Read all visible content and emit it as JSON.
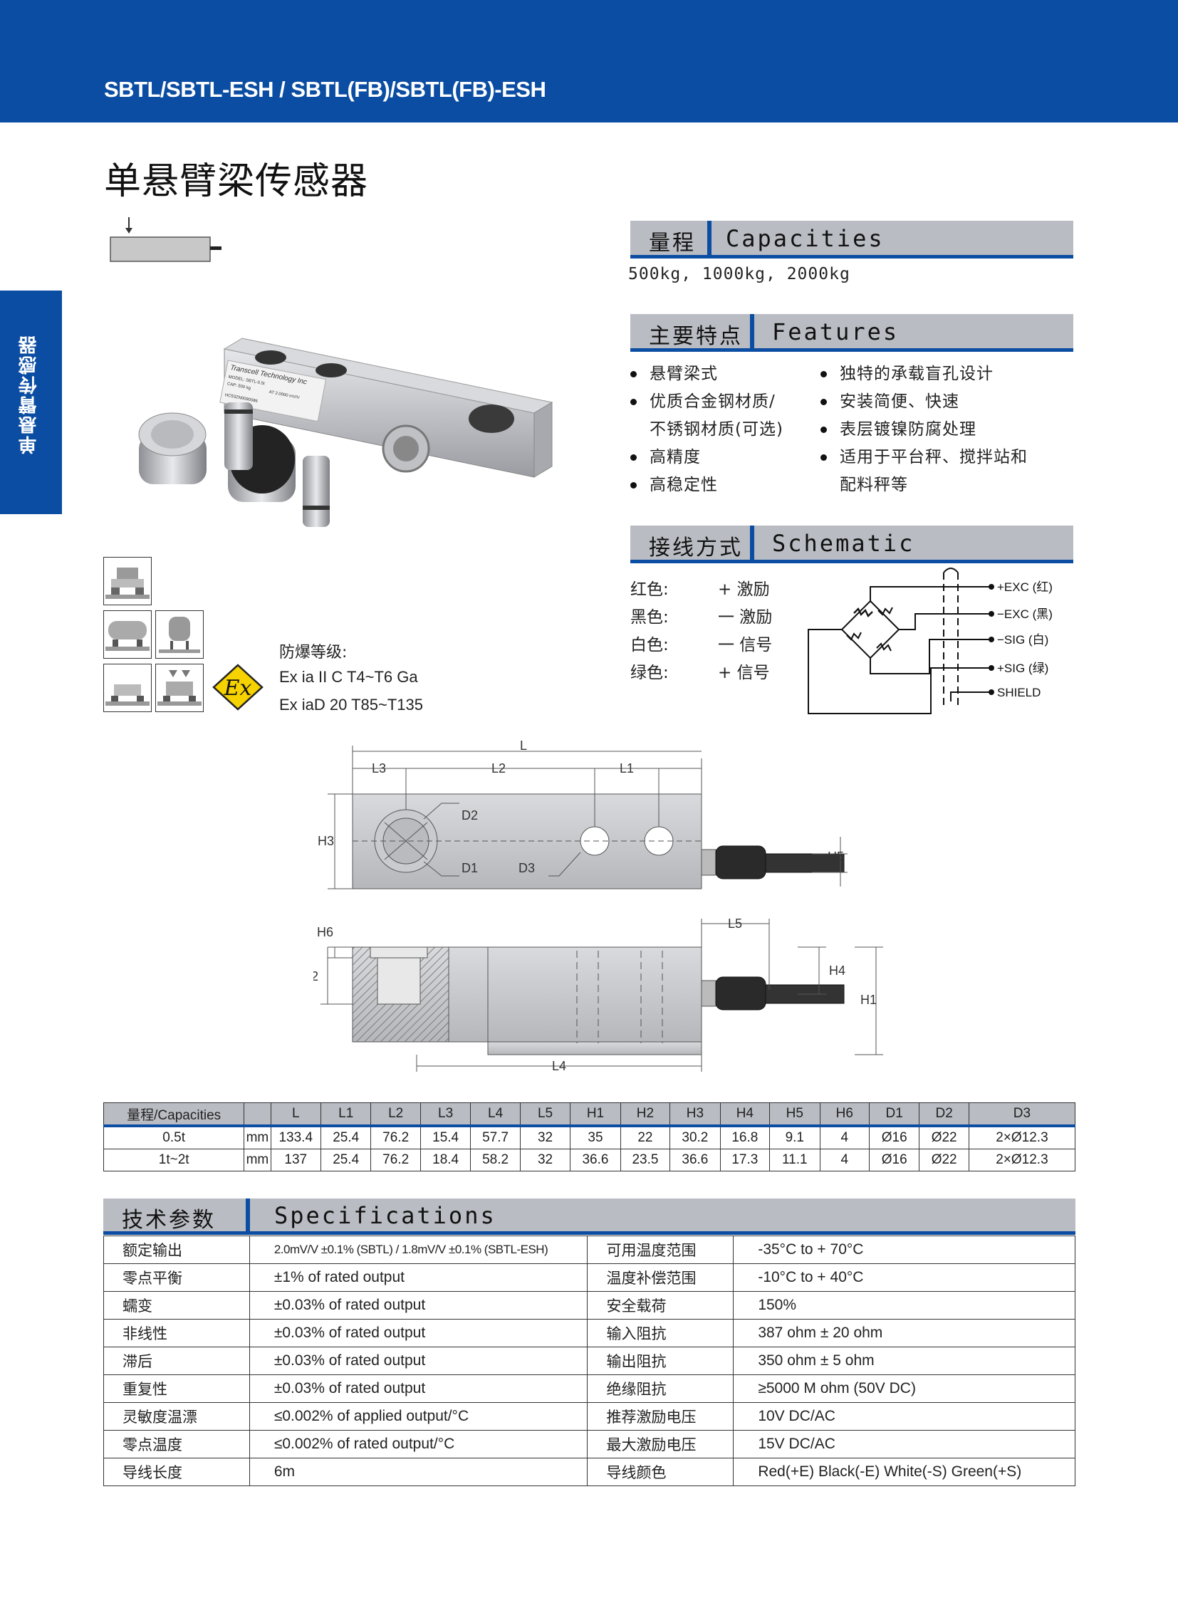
{
  "banner": {
    "title": "SBTL/SBTL-ESH / SBTL(FB)/SBTL(FB)-ESH"
  },
  "side_tab": {
    "label": "单悬臂传感器"
  },
  "page_title": "单悬臂梁传感器",
  "capacities": {
    "cn": "量程",
    "en": "Capacities",
    "values": "500kg, 1000kg, 2000kg"
  },
  "features": {
    "cn": "主要特点",
    "en": "Features",
    "left": [
      {
        "text": "悬臂梁式",
        "bullet": true
      },
      {
        "text": "优质合金钢材质/",
        "bullet": true
      },
      {
        "text": "不锈钢材质(可选)",
        "bullet": false
      },
      {
        "text": "高精度",
        "bullet": true
      },
      {
        "text": "高稳定性",
        "bullet": true
      }
    ],
    "right": [
      {
        "text": "独特的承载盲孔设计",
        "bullet": true
      },
      {
        "text": "安装简便、快速",
        "bullet": true
      },
      {
        "text": "表层镀镍防腐处理",
        "bullet": true
      },
      {
        "text": "适用于平台秤、搅拌站和",
        "bullet": true
      },
      {
        "text": "配料秤等",
        "bullet": false
      }
    ]
  },
  "schematic": {
    "cn": "接线方式",
    "en": "Schematic",
    "wires": [
      {
        "color": "红色:",
        "signal": "+ 激励"
      },
      {
        "color": "黑色:",
        "signal": "一 激励"
      },
      {
        "color": "白色:",
        "signal": "一 信号"
      },
      {
        "color": "绿色:",
        "signal": "+ 信号"
      }
    ],
    "terminals": [
      "+EXC (红)",
      "−EXC (黑)",
      "−SIG (白)",
      "+SIG (绿)",
      "SHIELD"
    ]
  },
  "explosion": {
    "label": "防爆等级:",
    "line1": "Ex ia  II C T4~T6 Ga",
    "line2": "Ex iaD 20 T85~T135",
    "mark": "Ex"
  },
  "product_label": {
    "brand": "Transcell Technology Inc",
    "model": "MODEL: SBTL-0.5t",
    "cap": "CAP: 500 kg",
    "sens": "AT 2.0000 mV/V",
    "serial": "HC53ZN0090086"
  },
  "drawing": {
    "top": [
      "L",
      "L3",
      "L2",
      "L1",
      "D2",
      "D1",
      "D3",
      "H3",
      "H5"
    ],
    "side": [
      "H6",
      "H2",
      "L5",
      "H4",
      "H1",
      "L4"
    ]
  },
  "dim_table": {
    "headers": [
      "量程/Capacities",
      "",
      "L",
      "L1",
      "L2",
      "L3",
      "L4",
      "L5",
      "H1",
      "H2",
      "H3",
      "H4",
      "H5",
      "H6",
      "D1",
      "D2",
      "D3"
    ],
    "rows": [
      [
        "0.5t",
        "mm",
        "133.4",
        "25.4",
        "76.2",
        "15.4",
        "57.7",
        "32",
        "35",
        "22",
        "30.2",
        "16.8",
        "9.1",
        "4",
        "Ø16",
        "Ø22",
        "2×Ø12.3"
      ],
      [
        "1t~2t",
        "mm",
        "137",
        "25.4",
        "76.2",
        "18.4",
        "58.2",
        "32",
        "36.6",
        "23.5",
        "36.6",
        "17.3",
        "11.1",
        "4",
        "Ø16",
        "Ø22",
        "2×Ø12.3"
      ]
    ]
  },
  "specs": {
    "cn": "技术参数",
    "en": "Specifications",
    "rows": [
      [
        "额定输出",
        "2.0mV/V ±0.1% (SBTL) / 1.8mV/V ±0.1% (SBTL-ESH)",
        "可用温度范围",
        "-35°C to + 70°C"
      ],
      [
        "零点平衡",
        "±1% of rated output",
        "温度补偿范围",
        "-10°C to + 40°C"
      ],
      [
        "蠕变",
        "±0.03% of rated output",
        "安全载荷",
        "150%"
      ],
      [
        "非线性",
        "±0.03% of rated output",
        "输入阻抗",
        "387 ohm ± 20 ohm"
      ],
      [
        "滞后",
        "±0.03% of rated output",
        "输出阻抗",
        "350 ohm ± 5 ohm"
      ],
      [
        "重复性",
        "±0.03% of rated output",
        "绝缘阻抗",
        "≥5000 M ohm (50V DC)"
      ],
      [
        "灵敏度温漂",
        "≤0.002% of applied output/°C",
        "推荐激励电压",
        "10V DC/AC"
      ],
      [
        "零点温度",
        "≤0.002% of rated output/°C",
        "最大激励电压",
        "15V DC/AC"
      ],
      [
        "导线长度",
        "6m",
        "导线颜色",
        "Red(+E) Black(-E) White(-S) Green(+S)"
      ]
    ]
  },
  "colors": {
    "brand_blue": "#0b4da2",
    "header_gray": "#b9bcc2",
    "ex_yellow": "#f5d200"
  }
}
